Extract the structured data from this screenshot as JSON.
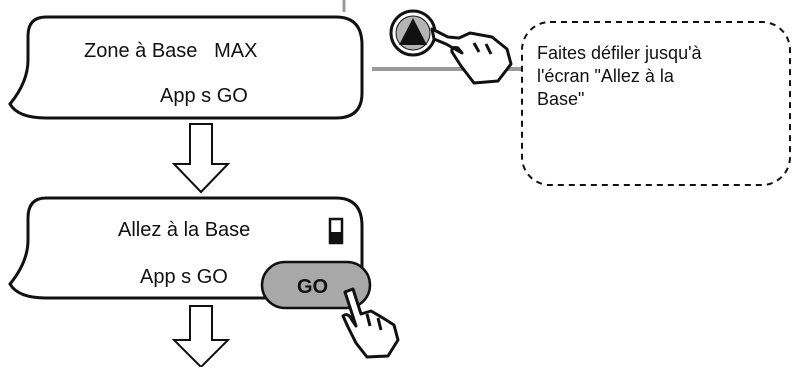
{
  "screen1": {
    "line1": "Zone à Base   MAX",
    "line2": "App s GO"
  },
  "screen2": {
    "line1": "Allez à la Base",
    "line2": "App s GO"
  },
  "go_button": {
    "label": "GO"
  },
  "note": {
    "lines": [
      "Faites défiler jusqu'à",
      "l'écran \"Allez à la",
      "Base\""
    ]
  },
  "colors": {
    "outline": "#111111",
    "connector": "#9a9a9a",
    "button_fill": "#a8a8a8"
  },
  "icons": [
    "up-arrow-button-icon",
    "pointing-hand-icon",
    "battery-icon",
    "down-arrow-icon"
  ]
}
